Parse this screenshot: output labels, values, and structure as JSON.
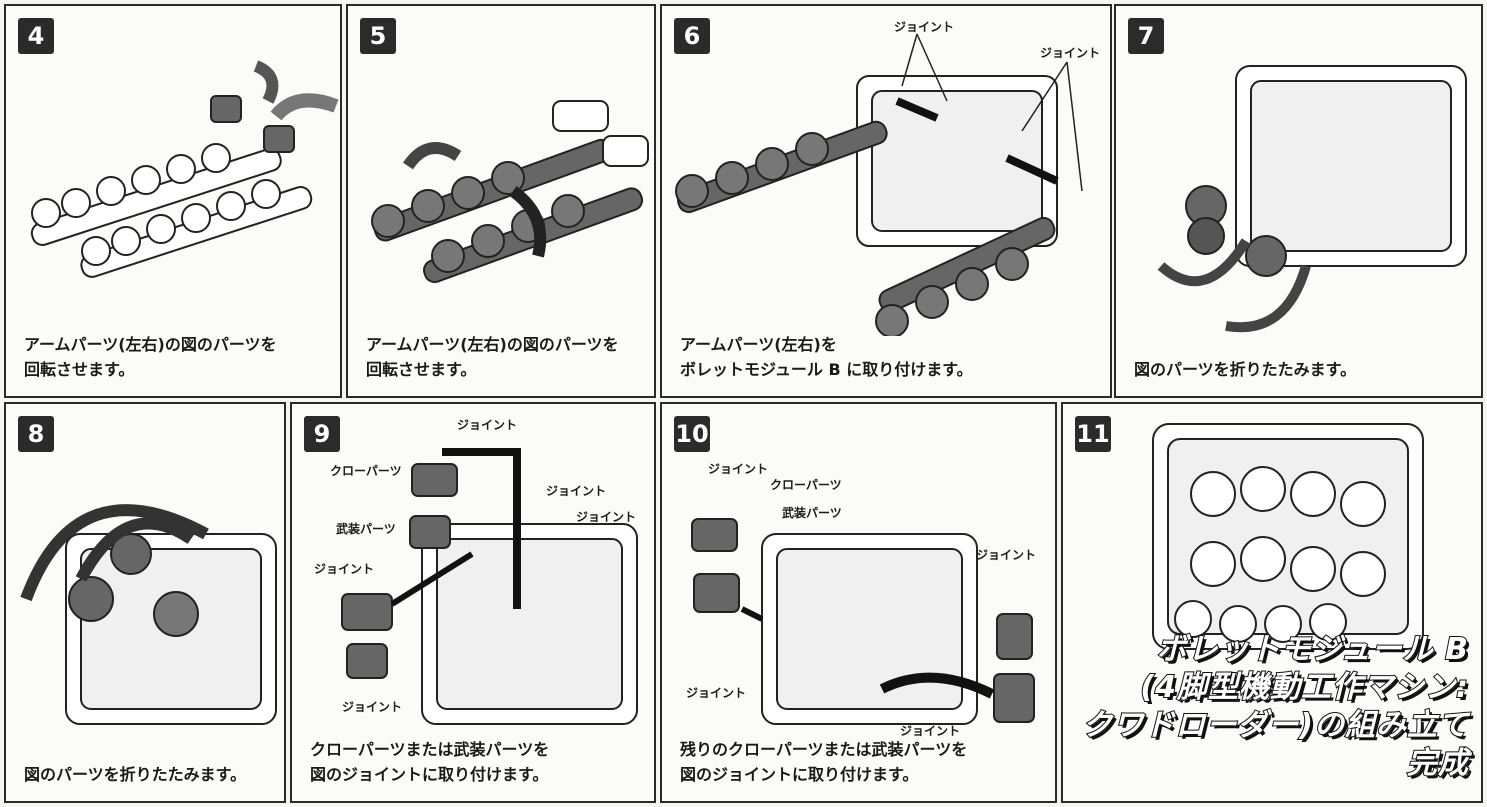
{
  "steps": [
    {
      "number": "4",
      "caption": "アームパーツ(左右)の図のパーツを\n回転させます。"
    },
    {
      "number": "5",
      "caption": "アームパーツ(左右)の図のパーツを\n回転させます。"
    },
    {
      "number": "6",
      "caption": "アームパーツ(左右)を\nボレットモジュール B に取り付けます。",
      "callouts": [
        "ジョイント",
        "ジョイント"
      ]
    },
    {
      "number": "7",
      "caption": "図のパーツを折りたたみます。"
    },
    {
      "number": "8",
      "caption": "図のパーツを折りたたみます。"
    },
    {
      "number": "9",
      "caption": "クローパーツまたは武装パーツを\n図のジョイントに取り付けます。",
      "callouts": [
        "ジョイント",
        "クローパーツ",
        "ジョイント",
        "武装パーツ",
        "ジョイント",
        "ジョイント",
        "ジョイント"
      ]
    },
    {
      "number": "10",
      "caption": "残りのクローパーツまたは武装パーツを\n図のジョイントに取り付けます。",
      "callouts": [
        "ジョイント",
        "クローパーツ",
        "武装パーツ",
        "ジョイント",
        "ジョイント",
        "ジョイント"
      ]
    },
    {
      "number": "11",
      "title_line1": "ボレットモジュール B",
      "title_line2": "(4脚型機動工作マシン:",
      "title_line3": "クワドローダー)の組み立て完成"
    }
  ],
  "colors": {
    "badge": "#2b2b2b",
    "border": "#2a2a2a",
    "part_dark": "#555555",
    "part_light": "#ffffff"
  }
}
